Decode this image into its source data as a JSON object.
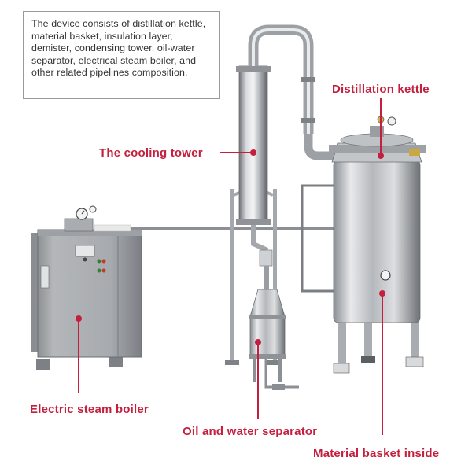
{
  "description": "The device consists of distillation kettle, material basket, insulation layer, demister, condensing tower, oil-water separator, electrical steam boiler, and other related pipelines composition.",
  "labels": {
    "cooling_tower": "The cooling tower",
    "distillation_kettle": "Distillation kettle",
    "steam_boiler": "Electric steam boiler",
    "separator": "Oil and water separator",
    "material_basket": "Material basket inside"
  },
  "colors": {
    "label": "#c41f3e",
    "steel": "#b9bcc0",
    "background": "#ffffff"
  }
}
